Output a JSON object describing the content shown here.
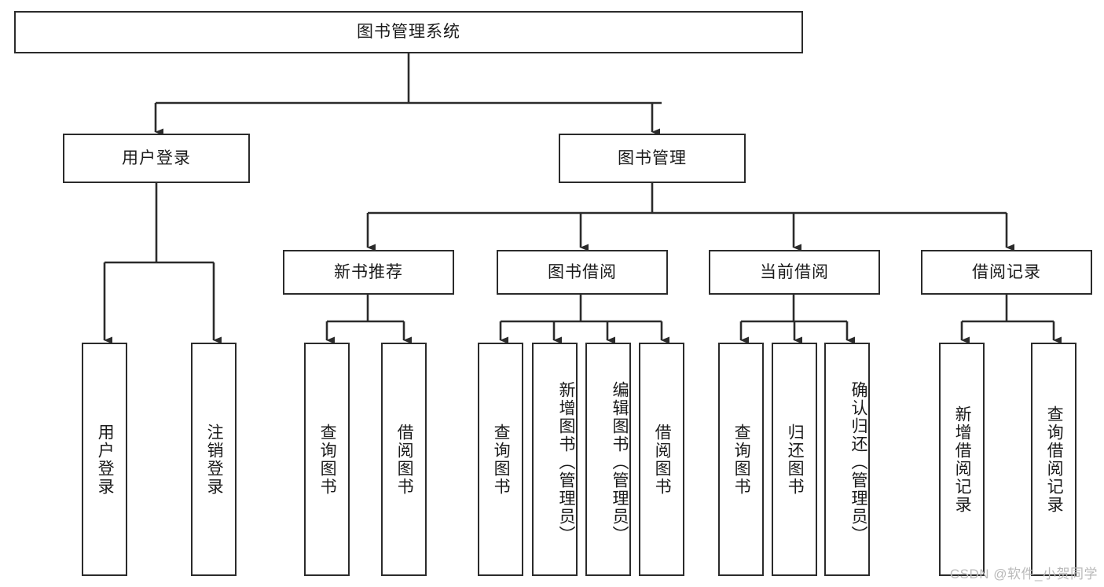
{
  "diagram": {
    "type": "tree-flowchart",
    "title": "图书管理系统",
    "watermark": "CSDN @软件_小贺同学",
    "colors": {
      "stroke": "#2b2b2b",
      "fill": "#ffffff",
      "text": "#1a1a1a",
      "watermark": "#b9b9b9"
    },
    "levels": {
      "root": {
        "label": "图书管理系统"
      },
      "level2": [
        {
          "label": "用户登录"
        },
        {
          "label": "图书管理"
        }
      ],
      "level3": [
        {
          "label": "新书推荐"
        },
        {
          "label": "图书借阅"
        },
        {
          "label": "当前借阅"
        },
        {
          "label": "借阅记录"
        }
      ]
    },
    "nodes": {
      "root": "图书管理系统",
      "user_login": "用户登录",
      "book_manage": "图书管理",
      "new_book_rec": "新书推荐",
      "book_borrow": "图书借阅",
      "current_borrow": "当前借阅",
      "borrow_record": "借阅记录",
      "leaf_user_login": "用户登录",
      "leaf_logout": "注销登录",
      "leaf_query_book_1": "查询图书",
      "leaf_borrow_book_1": "借阅图书",
      "leaf_query_book_2": "查询图书",
      "leaf_add_book": "新增图书（管理员）",
      "leaf_edit_book": "编辑图书（管理员）",
      "leaf_borrow_book_2": "借阅图书",
      "leaf_query_book_3": "查询图书",
      "leaf_return_book": "归还图书",
      "leaf_confirm_return": "确认归还（管理员）",
      "leaf_add_record": "新增借阅记录",
      "leaf_query_record": "查询借阅记录"
    },
    "edges": [
      {
        "from": "图书管理系统",
        "to": "用户登录"
      },
      {
        "from": "图书管理系统",
        "to": "图书管理"
      },
      {
        "from": "用户登录",
        "to": "用户登录"
      },
      {
        "from": "用户登录",
        "to": "注销登录"
      },
      {
        "from": "图书管理",
        "to": "新书推荐"
      },
      {
        "from": "图书管理",
        "to": "图书借阅"
      },
      {
        "from": "图书管理",
        "to": "当前借阅"
      },
      {
        "from": "图书管理",
        "to": "借阅记录"
      },
      {
        "from": "新书推荐",
        "to": "查询图书"
      },
      {
        "from": "新书推荐",
        "to": "借阅图书"
      },
      {
        "from": "图书借阅",
        "to": "查询图书"
      },
      {
        "from": "图书借阅",
        "to": "新增图书（管理员）"
      },
      {
        "from": "图书借阅",
        "to": "编辑图书（管理员）"
      },
      {
        "from": "图书借阅",
        "to": "借阅图书"
      },
      {
        "from": "当前借阅",
        "to": "查询图书"
      },
      {
        "from": "当前借阅",
        "to": "归还图书"
      },
      {
        "from": "当前借阅",
        "to": "确认归还（管理员）"
      },
      {
        "from": "借阅记录",
        "to": "新增借阅记录"
      },
      {
        "from": "借阅记录",
        "to": "查询借阅记录"
      }
    ]
  }
}
